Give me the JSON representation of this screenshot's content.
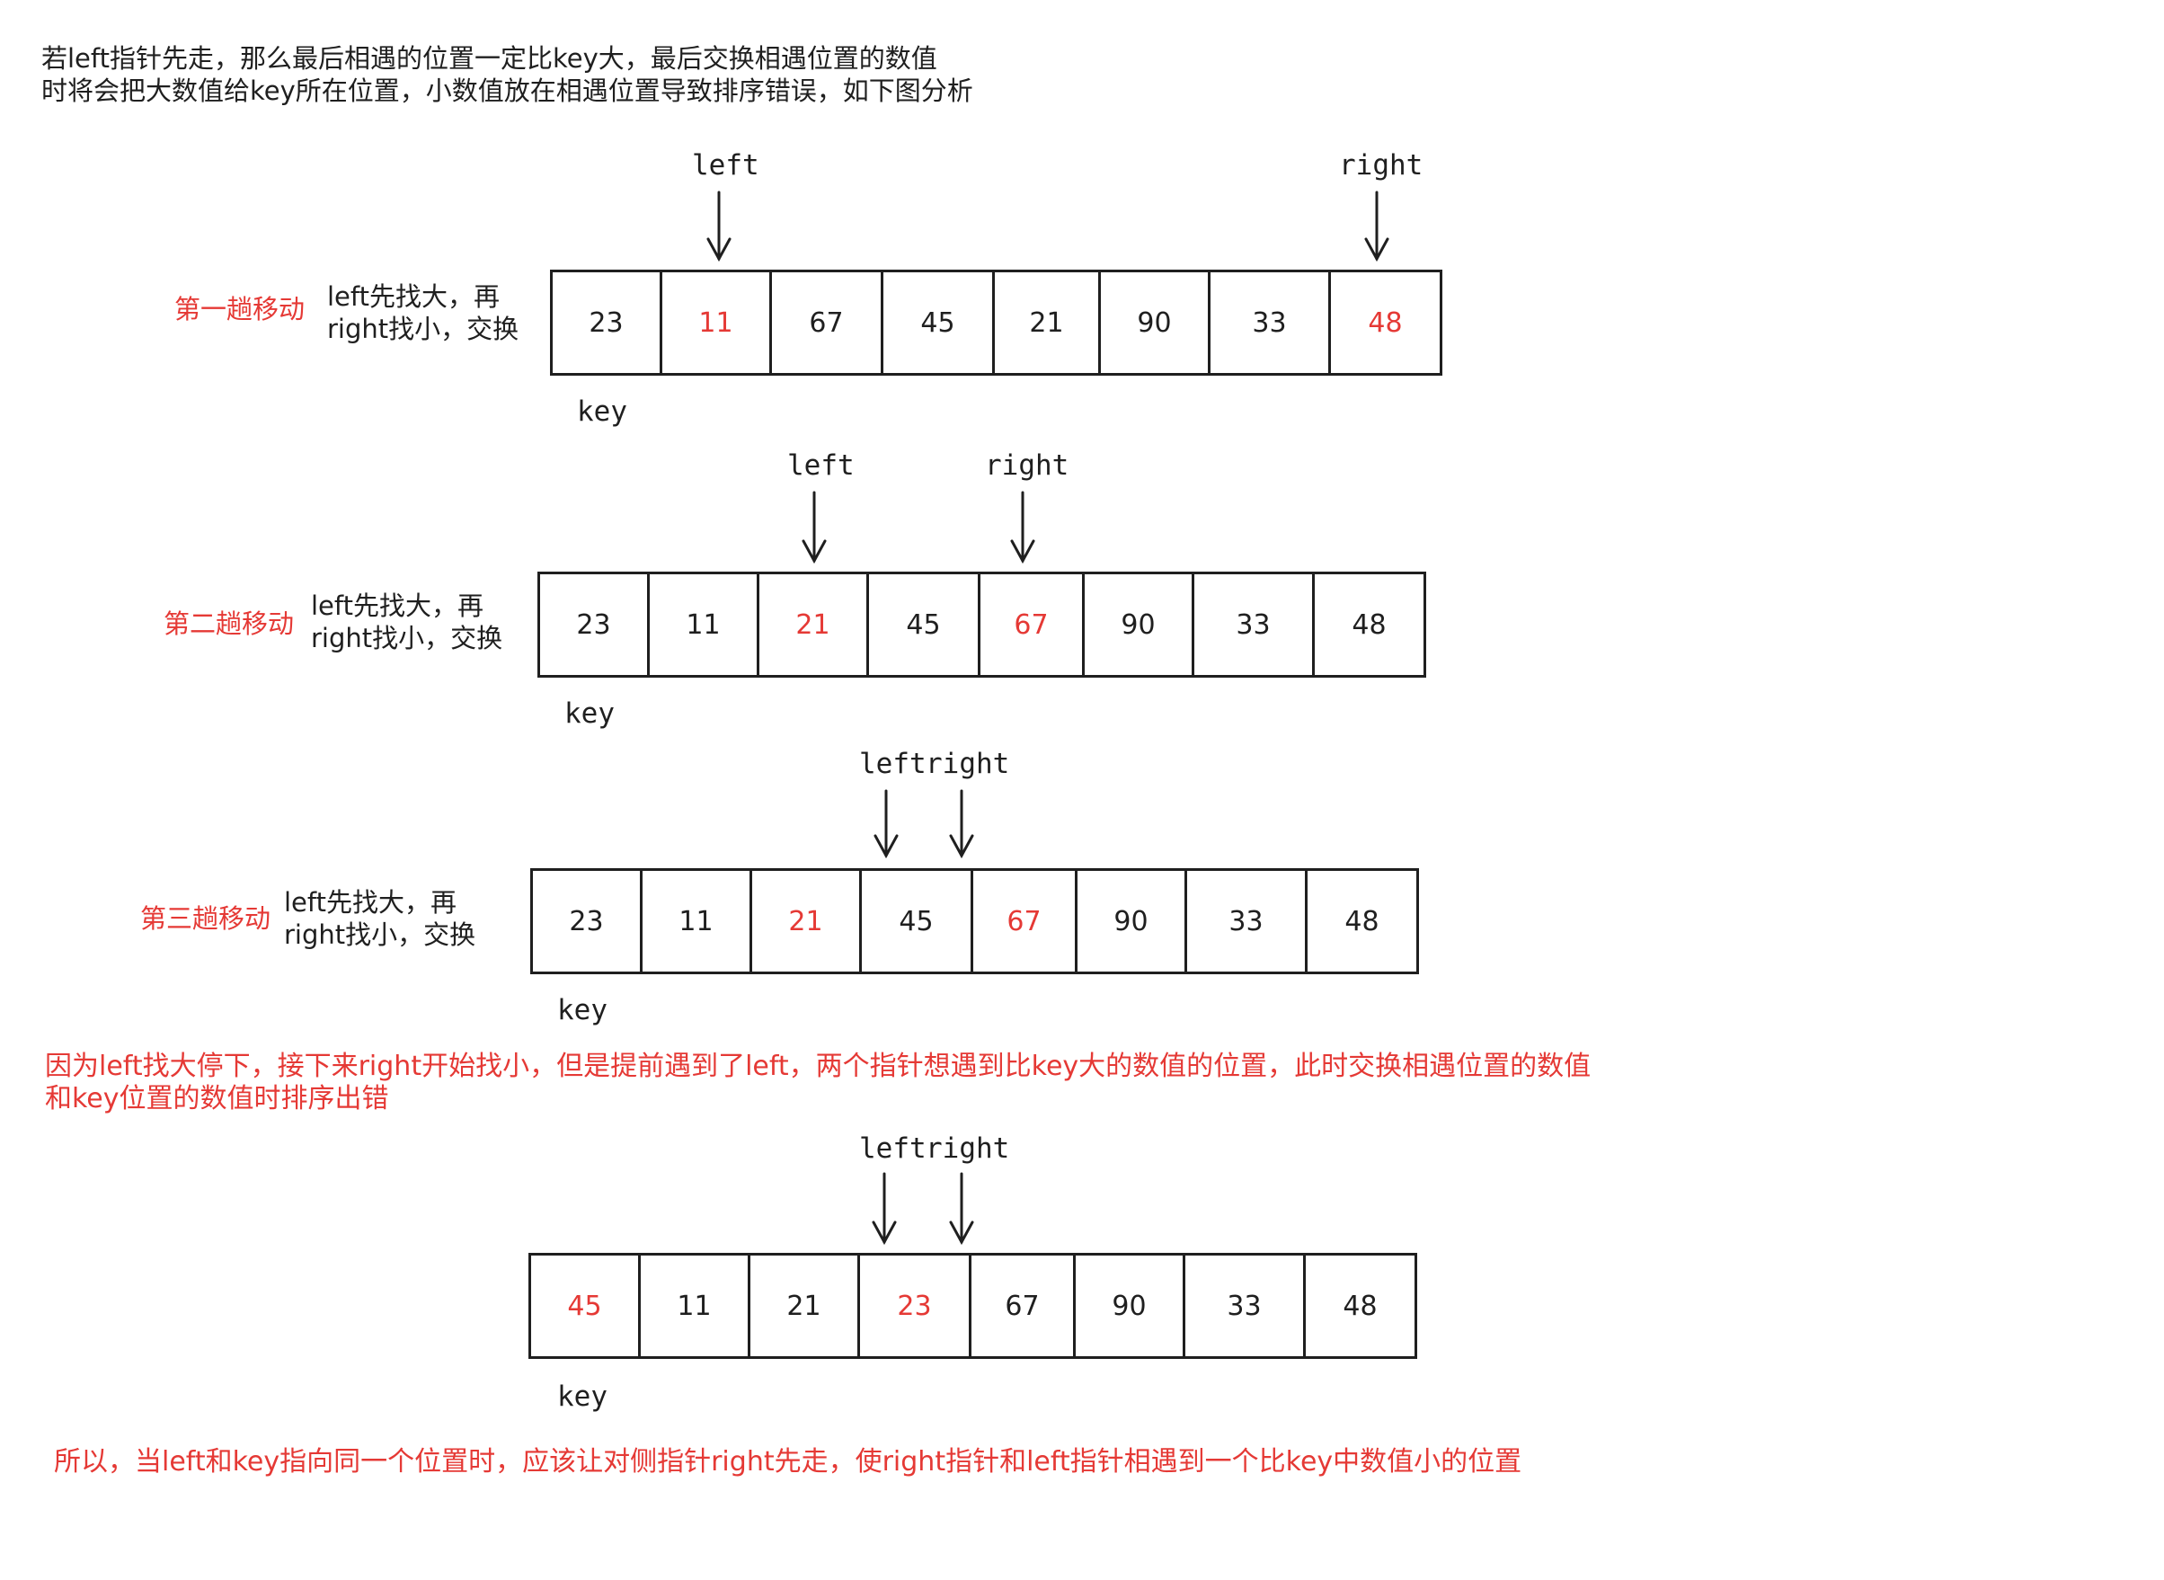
{
  "colors": {
    "ink": "#1f1f1f",
    "accent": "#e53935"
  },
  "intro": [
    "若left指针先走，那么最后相遇的位置一定比key大，最后交换相遇位置的数值",
    "时将会把大数值给key所在位置，小数值放在相遇位置导致排序错误，如下图分析"
  ],
  "stages": [
    {
      "label": "第一趟移动",
      "desc": [
        "left先找大，再",
        "right找小，交换"
      ],
      "values": [
        "23",
        "11",
        "67",
        "45",
        "21",
        "90",
        "33",
        "48"
      ],
      "highlight": [
        1,
        7
      ],
      "pointers": [
        {
          "text": "left",
          "index": 1
        },
        {
          "text": "right",
          "index": 7
        }
      ],
      "key": "key"
    },
    {
      "label": "第二趟移动",
      "desc": [
        "left先找大，再",
        "right找小，交换"
      ],
      "values": [
        "23",
        "11",
        "21",
        "45",
        "67",
        "90",
        "33",
        "48"
      ],
      "highlight": [
        2,
        4
      ],
      "pointers": [
        {
          "text": "left",
          "index": 2
        },
        {
          "text": "right",
          "index": 4
        }
      ],
      "key": "key"
    },
    {
      "label": "第三趟移动",
      "desc": [
        "left先找大，再",
        "right找小，交换"
      ],
      "values": [
        "23",
        "11",
        "21",
        "45",
        "67",
        "90",
        "33",
        "48"
      ],
      "highlight": [
        2,
        4
      ],
      "pointers": [
        {
          "text": "left",
          "index": 3
        },
        {
          "text": "right",
          "index": 3
        }
      ],
      "key": "key"
    },
    {
      "label": "",
      "desc": [],
      "values": [
        "45",
        "11",
        "21",
        "23",
        "67",
        "90",
        "33",
        "48"
      ],
      "highlight": [
        0,
        3
      ],
      "pointers": [
        {
          "text": "left",
          "index": 3
        },
        {
          "text": "right",
          "index": 3
        }
      ],
      "key": "key"
    }
  ],
  "note1": [
    "因为left找大停下，接下来right开始找小，但是提前遇到了left，两个指针想遇到比key大的数值的位置，此时交换相遇位置的数值",
    "和key位置的数值时排序出错"
  ],
  "note2": "所以，当left和key指向同一个位置时，应该让对侧指针right先走，使right指针和left指针相遇到一个比key中数值小的位置"
}
